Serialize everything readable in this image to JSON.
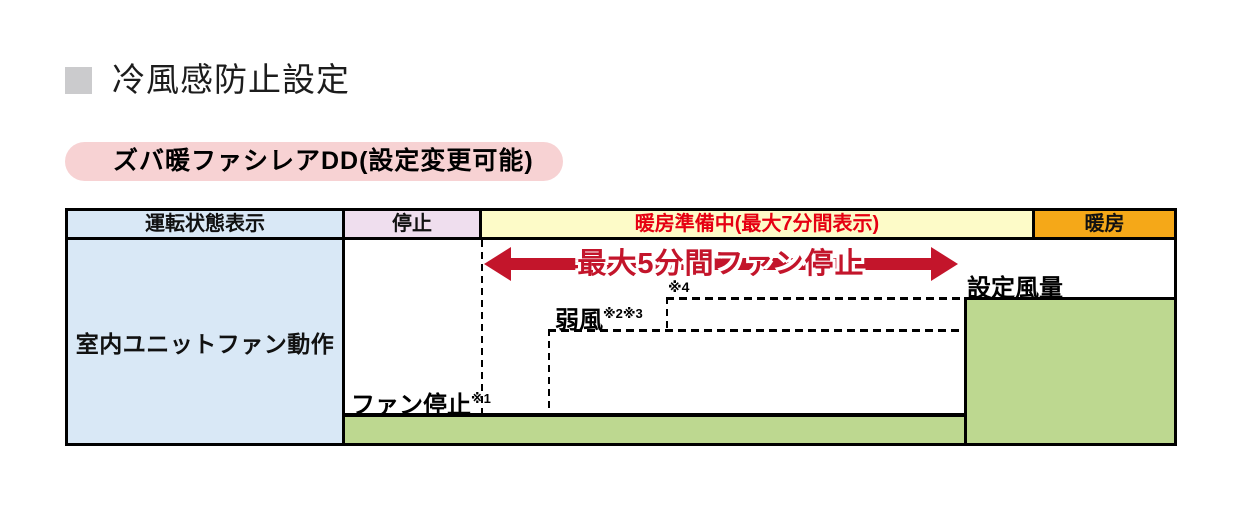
{
  "page": {
    "title": "冷風感防止設定",
    "badge": "ズバ暖ファシレアDD(設定変更可能)"
  },
  "table": {
    "header": {
      "col_status": "運転状態表示",
      "col_stop": "停止",
      "col_prepare": "暖房準備中(最大7分間表示)",
      "col_heating": "暖房"
    },
    "row_label": "室内ユニットファン動作"
  },
  "diagram": {
    "arrow_label": "最大5分間ファン停止",
    "set_airflow_label": "設定風量",
    "note4": "※4",
    "weak_wind_label": "弱風",
    "weak_wind_notes": "※2※3",
    "fan_stop_label": "ファン停止",
    "fan_stop_note": "※1"
  },
  "colors": {
    "header_blue": "#d9e8f6",
    "header_pink": "#efdeee",
    "header_yellow": "#fdfbc8",
    "header_orange": "#f5a818",
    "header_red_text": "#e60012",
    "green_fill": "#bdd890",
    "arrow_red": "#c3152b",
    "badge_pink": "#f7d2d3",
    "title_square_gray": "#cbcbcd"
  }
}
